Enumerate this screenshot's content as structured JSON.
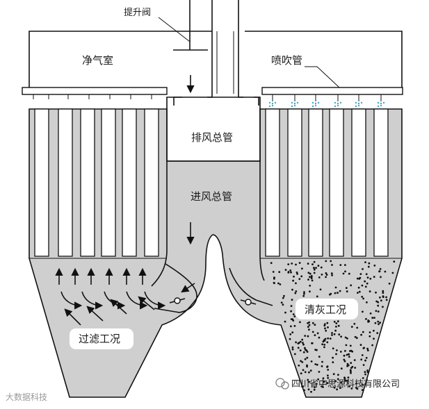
{
  "labels": {
    "lift_valve": "提升阀",
    "clean_air_chamber": "净气室",
    "blow_pipe": "喷吹管",
    "exhaust_main": "排风总管",
    "inlet_main": "进风总管",
    "filtering_mode": "过滤工况",
    "cleaning_mode": "清灰工况"
  },
  "watermark": {
    "left_text": "大数据科技",
    "right_text": "四川省中思源科技有限公司"
  },
  "colors": {
    "gas_fill": "#cfcfcf",
    "line": "#111111",
    "background": "#ffffff",
    "spray": "#3fa9c6"
  }
}
